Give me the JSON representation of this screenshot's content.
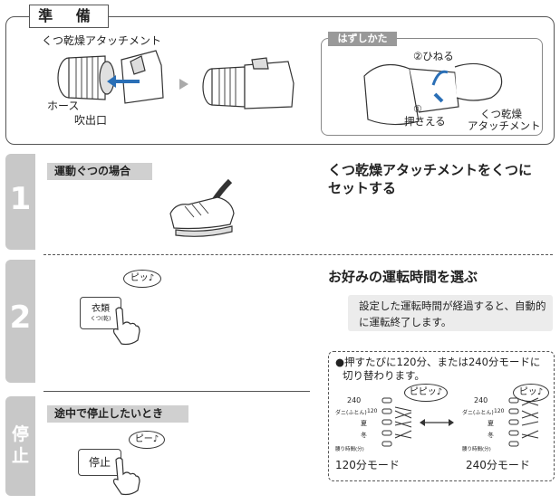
{
  "prep": {
    "title": "準 備",
    "attachment_label": "くつ乾燥アタッチメント",
    "hose_label": "ホース",
    "outlet_label": "吹出口",
    "removal": {
      "title": "はずしかた",
      "twist": "②ひねる",
      "press_num": "①",
      "press": "押さえる",
      "attachment_label_1": "くつ乾燥",
      "attachment_label_2": "アタッチメント"
    }
  },
  "step1": {
    "number": "1",
    "label": "運動ぐつの場合",
    "heading_line1": "くつ乾燥アタッチメントをくつに",
    "heading_line2": "セットする"
  },
  "step2": {
    "number": "2",
    "beep": "ピッ♪",
    "button_line1": "衣類",
    "button_line2": "くつ(乾)",
    "heading": "お好みの運転時間を選ぶ",
    "note_line1": "設定した運転時間が経過すると、自動的",
    "note_line2": "に運転終了します。",
    "mode_info_line1": "●押すたびに120分、または240分モードに",
    "mode_info_line2": "切り替わります。",
    "left_beep": "ピピッ♪",
    "right_beep": "ピッ♪",
    "scale_top": "240",
    "scale_mid": "120",
    "scale_row1": "ダニ(ふとん)",
    "scale_row2": "夏",
    "scale_row3": "冬",
    "scale_row4": "腰り時間(分)",
    "mode_120": "120分モード",
    "mode_240": "240分モード"
  },
  "stop": {
    "tab_line1": "停",
    "tab_line2": "止",
    "label": "途中で停止したいとき",
    "beep": "ピー♪",
    "button": "停止"
  }
}
